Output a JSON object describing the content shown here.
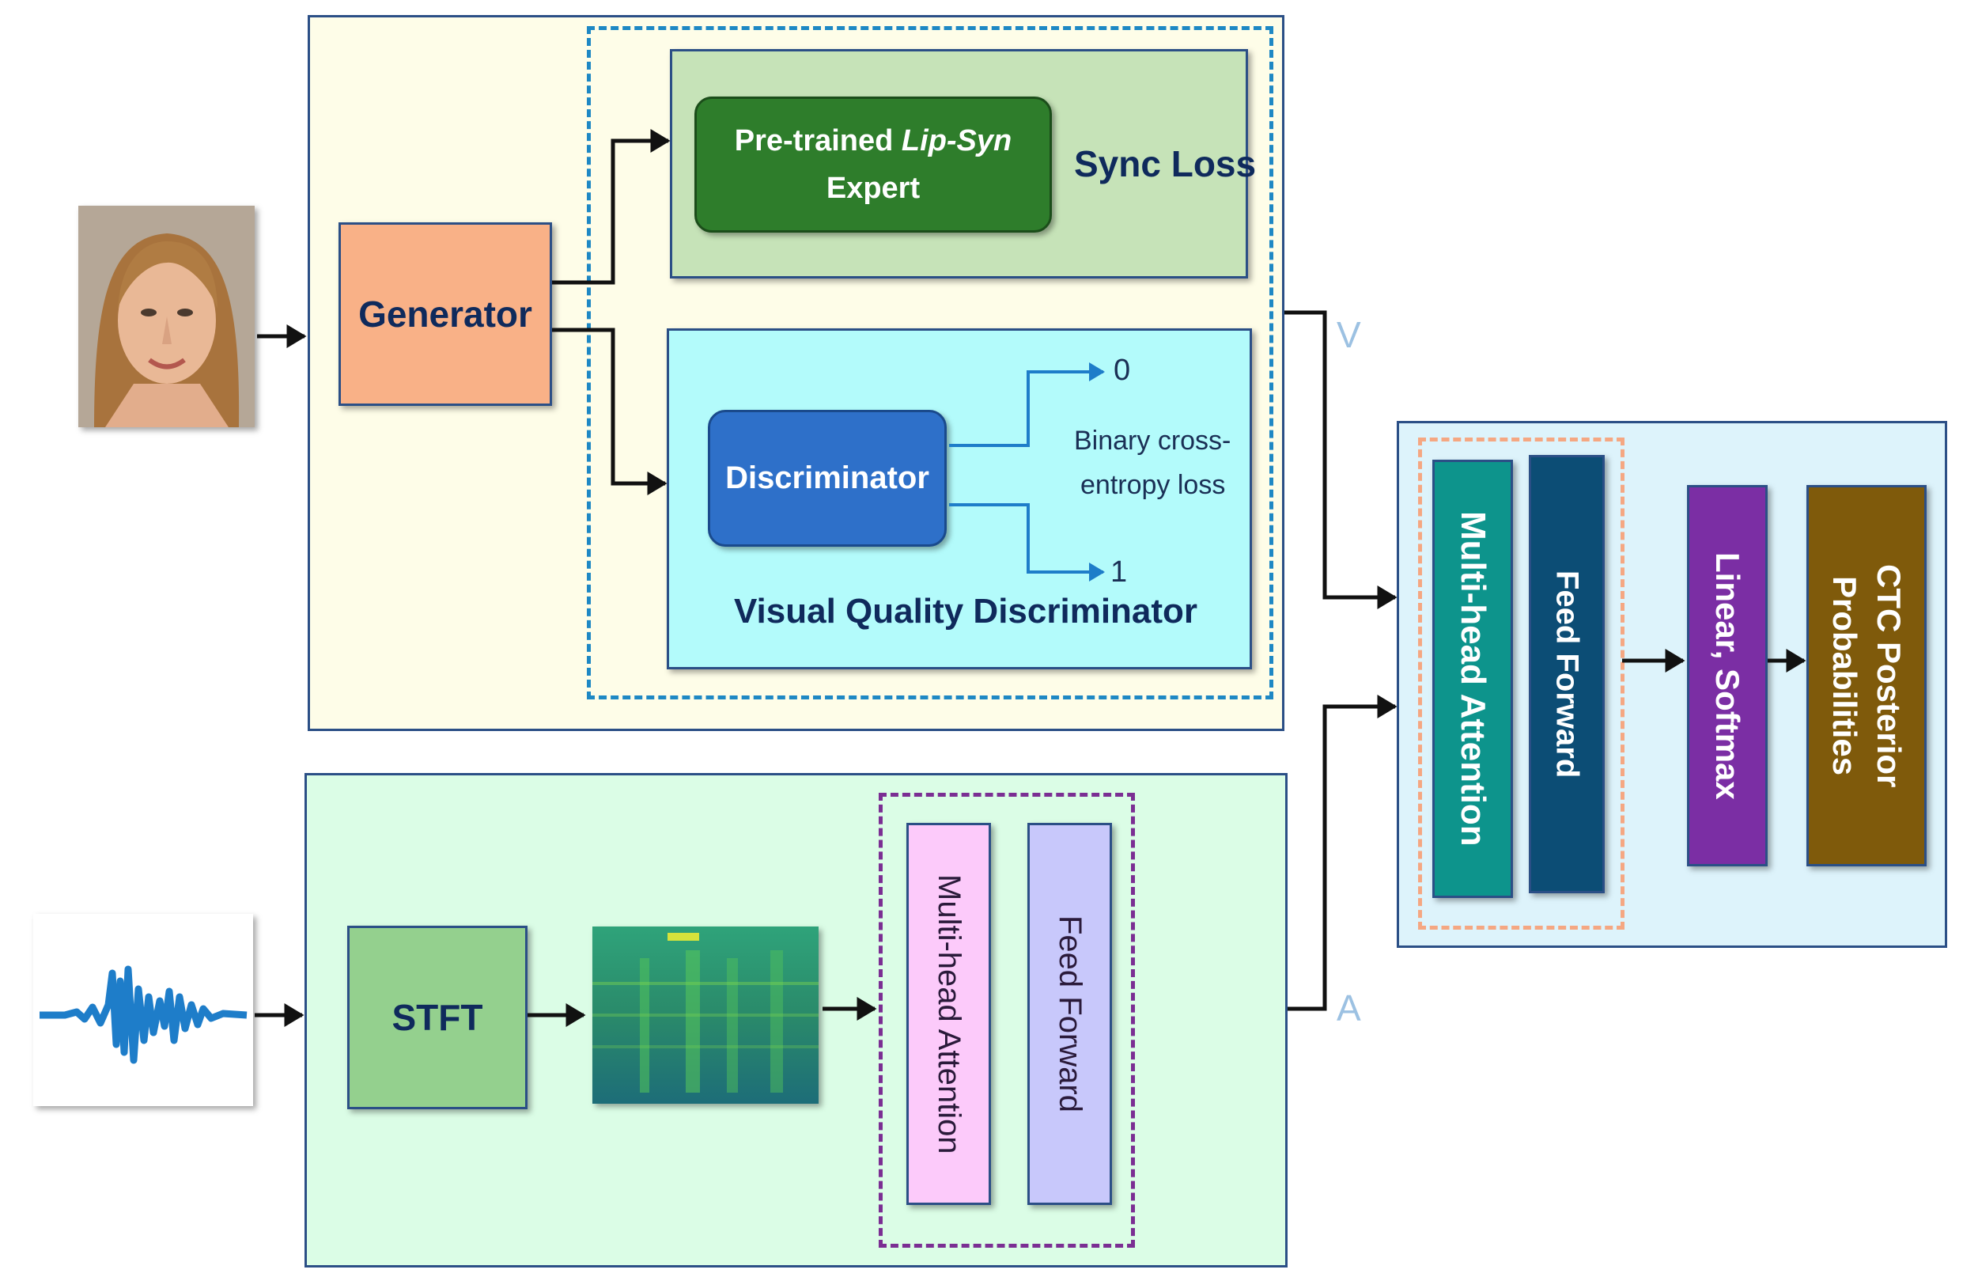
{
  "visual_branch": {
    "generator": "Generator",
    "lip_sync": {
      "prefix": "Pre-trained ",
      "italic": "Lip-Syn",
      "suffix": "Expert"
    },
    "sync_loss": "Sync Loss",
    "discriminator": "Discriminator",
    "bce_line1": "Binary cross-",
    "bce_line2": "entropy loss",
    "output_zero": "0",
    "output_one": "1",
    "vqd_title": "Visual Quality Discriminator",
    "stream_label": "V"
  },
  "audio_branch": {
    "stft": "STFT",
    "multihead": "Multi-head Attention",
    "feedforward": "Feed Forward",
    "stream_label": "A"
  },
  "fusion": {
    "multihead": "Multi-head Attention",
    "feedforward": "Feed Forward",
    "linear_softmax": "Linear, Softmax",
    "ctc_line1": "CTC Posterior",
    "ctc_line2": "Probabilities"
  },
  "colors": {
    "visual_panel": "#fefde8",
    "sync_panel": "#c6e3b8",
    "vqd_panel": "#b3fbfb",
    "audio_panel": "#dbfde6",
    "fusion_panel": "#ddf3fb",
    "generator": "#f9b187",
    "lip_sync": "#2e7d2b",
    "discriminator": "#2e70c9",
    "stft": "#94d08e",
    "audio_mha": "#fccafa",
    "audio_ff": "#c8c8fb",
    "fusion_mha": "#0d948c",
    "fusion_ff": "#0c4d75",
    "linear_softmax": "#7b2ea4",
    "ctc": "#7f5a0b"
  }
}
